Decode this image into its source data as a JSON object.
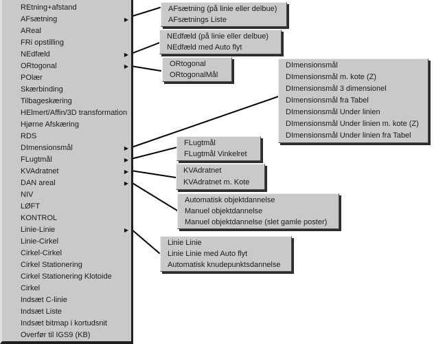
{
  "colors": {
    "menu_background": "#c9c9c9",
    "menu_text": "#1a1a1a",
    "border_dark": "#1f1f1f",
    "shadow": "#2d2d2d",
    "connector": "#000000"
  },
  "menu": {
    "arrow_glyph": "▶",
    "items": [
      {
        "label": "REtning+afstand",
        "submenu": false
      },
      {
        "label": "AFsætning",
        "submenu": true
      },
      {
        "label": "AReal",
        "submenu": false
      },
      {
        "label": "FRi opstilling",
        "submenu": false
      },
      {
        "label": "NEdfæld",
        "submenu": true
      },
      {
        "label": "ORtogonal",
        "submenu": true
      },
      {
        "label": "POlær",
        "submenu": false
      },
      {
        "label": "Skærbinding",
        "submenu": false
      },
      {
        "label": "Tilbageskæring",
        "submenu": false
      },
      {
        "label": "HElmert/Affin/3D transformation",
        "submenu": false
      },
      {
        "label": "Hjørne Afskæring",
        "submenu": false
      },
      {
        "label": "RDS",
        "submenu": false
      },
      {
        "label": "DImensionsmål",
        "submenu": true
      },
      {
        "label": "FLugtmål",
        "submenu": true
      },
      {
        "label": "KVAdratnet",
        "submenu": true
      },
      {
        "label": "DAN areal",
        "submenu": true
      },
      {
        "label": "NIV",
        "submenu": false
      },
      {
        "label": "LØFT",
        "submenu": false
      },
      {
        "label": "KONTROL",
        "submenu": false
      },
      {
        "label": "Linie-Linie",
        "submenu": true
      },
      {
        "label": "Linie-Cirkel",
        "submenu": false
      },
      {
        "label": "Cirkel-Cirkel",
        "submenu": false
      },
      {
        "label": "Cirkel Stationering",
        "submenu": false
      },
      {
        "label": "Cirkel Stationering Klotoide",
        "submenu": false
      },
      {
        "label": "Cirkel",
        "submenu": false
      },
      {
        "label": "Indsæt C-linie",
        "submenu": false
      },
      {
        "label": "Indsæt Liste",
        "submenu": false
      },
      {
        "label": "Indsæt bitmap i kortudsnit",
        "submenu": false
      },
      {
        "label": "Overfør til IGS9 (KB)",
        "submenu": false
      }
    ]
  },
  "popups": {
    "afsaetning": {
      "for": "AFsætning",
      "items": [
        "AFsætning (på linie eller delbue)",
        "AFsætnings Liste"
      ]
    },
    "nedfaeld": {
      "for": "NEdfæld",
      "items": [
        "NEdfæld (på linie eller delbue)",
        "NEdfæld med Auto flyt"
      ]
    },
    "ortogonal": {
      "for": "ORtogonal",
      "items": [
        "ORtogonal",
        "ORtogonalMål"
      ]
    },
    "dimensionsmaal": {
      "for": "DImensionsmål",
      "items": [
        "DImensionsmål",
        "DImensionsmål m. kote (Z)",
        "DImensionsmål 3 dimensionel",
        "DImensionsmål fra Tabel",
        "DImensionsmål Under linien",
        "DImensionsmål Under linien m. kote (Z)",
        "DImensionsmål Under linien fra Tabel"
      ]
    },
    "flugtmaal": {
      "for": "FLugtmål",
      "items": [
        "FLugtmål",
        "FLugtmål Vinkelret"
      ]
    },
    "kvadratnet": {
      "for": "KVAdratnet",
      "items": [
        "KVAdratnet",
        "KVAdratnet m. Kote"
      ]
    },
    "danareal": {
      "for": "DAN areal",
      "items": [
        "Automatisk objektdannelse",
        "Manuel objektdannelse",
        "Manuel objektdannelse (slet gamle poster)"
      ]
    },
    "linielinie": {
      "for": "Linie-Linie",
      "items": [
        "Linie Linie",
        "Linie Linie med Auto flyt",
        "Automatisk knudepunktsdannelse"
      ]
    }
  }
}
